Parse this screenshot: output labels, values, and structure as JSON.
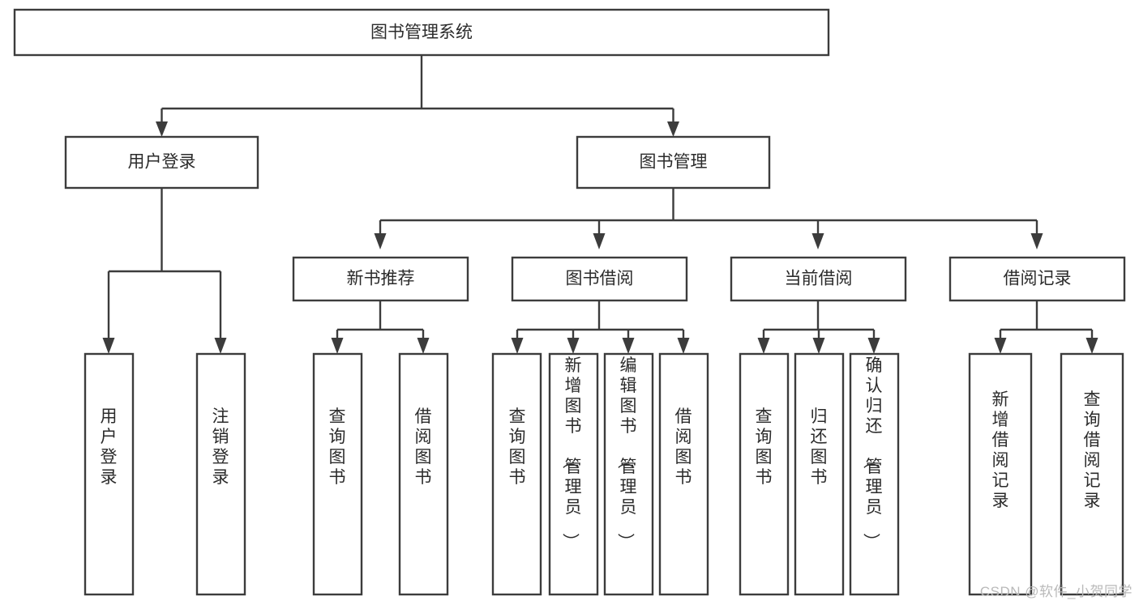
{
  "diagram": {
    "title_box": {
      "label": "图书管理系统"
    },
    "level2": [
      {
        "id": "user-login",
        "label": "用户登录"
      },
      {
        "id": "book-management",
        "label": "图书管理"
      }
    ],
    "level3": [
      {
        "id": "new-book-recommend",
        "label": "新书推荐"
      },
      {
        "id": "book-borrow",
        "label": "图书借阅"
      },
      {
        "id": "current-borrow",
        "label": "当前借阅"
      },
      {
        "id": "borrow-record",
        "label": "借阅记录"
      }
    ],
    "leaves": {
      "user_login": [
        {
          "id": "leaf-user-login",
          "label": "用户登录"
        },
        {
          "id": "leaf-logout-login",
          "label": "注销登录"
        }
      ],
      "new_book_recommend": [
        {
          "id": "leaf-query-book-1",
          "label": "查询图书"
        },
        {
          "id": "leaf-borrow-book-1",
          "label": "借阅图书"
        }
      ],
      "book_borrow": [
        {
          "id": "leaf-query-book-2",
          "label": "查询图书"
        },
        {
          "id": "leaf-add-book",
          "label": "新增图书（管理员）"
        },
        {
          "id": "leaf-edit-book",
          "label": "编辑图书（管理员）"
        },
        {
          "id": "leaf-borrow-book-2",
          "label": "借阅图书"
        }
      ],
      "current_borrow": [
        {
          "id": "leaf-query-book-3",
          "label": "查询图书"
        },
        {
          "id": "leaf-return-book",
          "label": "归还图书"
        },
        {
          "id": "leaf-confirm-return",
          "label": "确认归还（管理员）"
        }
      ],
      "borrow_record": [
        {
          "id": "leaf-add-record",
          "label": "新增借阅记录"
        },
        {
          "id": "leaf-query-record",
          "label": "查询借阅记录"
        }
      ]
    }
  },
  "watermark": {
    "text": "CSDN @软件_小贺同学"
  },
  "colors": {
    "box_stroke": "#3c3c3c",
    "box_fill": "#ffffff",
    "text": "#2b2b2b",
    "watermark": "#b9b9b9",
    "background": "#ffffff"
  }
}
